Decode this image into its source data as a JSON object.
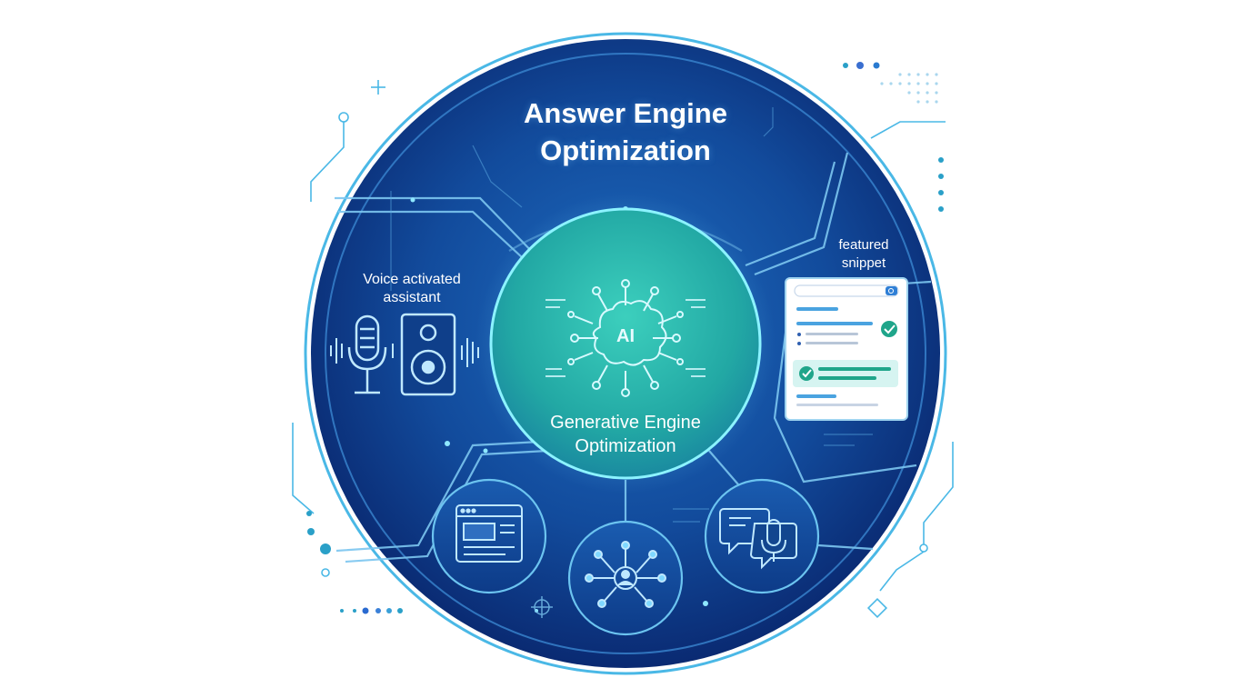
{
  "title": {
    "line1": "Answer Engine",
    "line2": "Optimization"
  },
  "center": {
    "line1": "Generative Engine",
    "line2": "Optimization",
    "ai_label": "AI"
  },
  "voice": {
    "line1": "Voice activated",
    "line2": "assistant"
  },
  "snippet": {
    "line1": "featured",
    "line2": "snippet"
  },
  "colors": {
    "outer_ring": "#4ab8e6",
    "disc_dark": "#0b2f7a",
    "disc_light": "#1d64b8",
    "center_teal": "#27b7a8",
    "accent_cyan": "#5fd8ff",
    "check_green": "#1fa58a"
  },
  "icons": [
    "microphone-icon",
    "speaker-icon",
    "brain-chip-icon",
    "search-result-card-icon",
    "browser-window-icon",
    "network-user-icon",
    "chat-voice-icon"
  ]
}
